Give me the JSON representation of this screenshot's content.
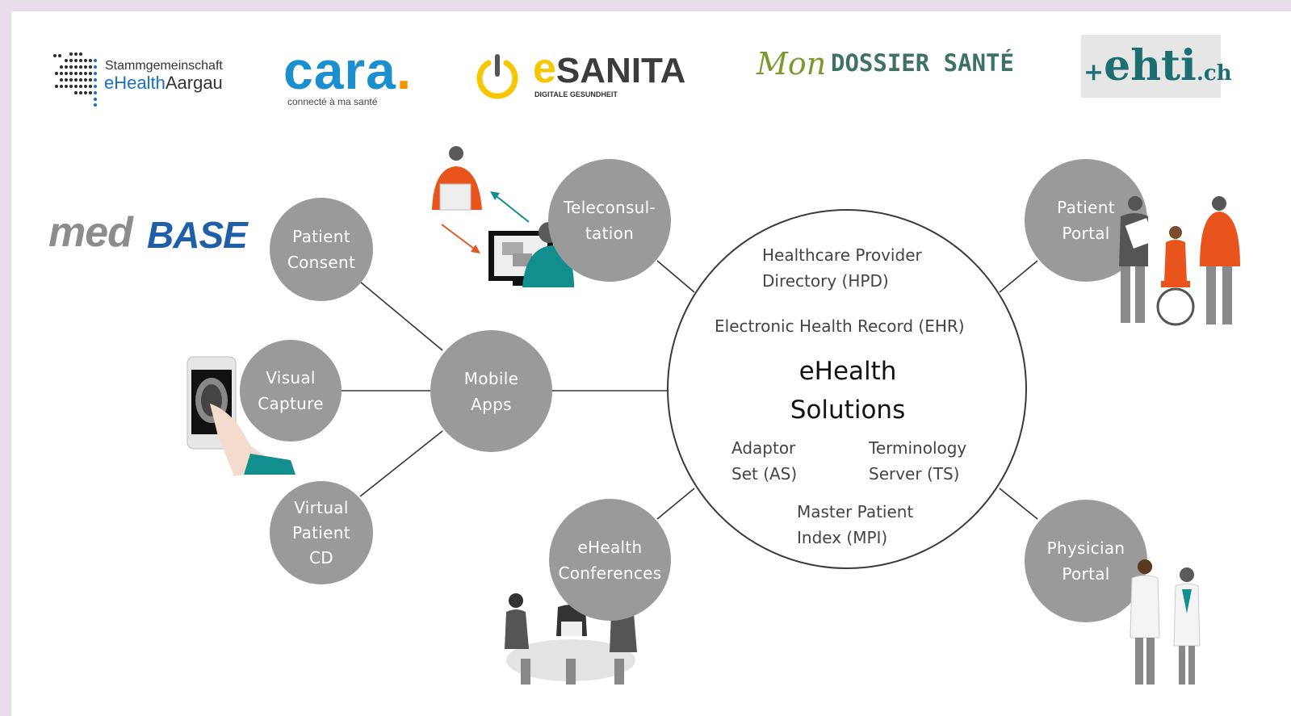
{
  "logos": {
    "aargau": {
      "line1": "Stammgemeinschaft",
      "line2a": "eHealth",
      "line2b": "Aargau"
    },
    "cara": {
      "name": "cara",
      "dot": ".",
      "tagline": "connecté à ma santé"
    },
    "esanita": {
      "e": "e",
      "rest": "SANITA",
      "tagline": "DIGITALE GESUNDHEIT"
    },
    "mondossier": {
      "script": "Mon",
      "rest": "DOSSIER SANTÉ"
    },
    "ehti": {
      "plus": "+",
      "name": "ehti",
      "tld": ".ch"
    },
    "medbase": {
      "med": "med",
      "base": "BASE"
    }
  },
  "nodes": {
    "patient_consent": [
      "Patient",
      "Consent"
    ],
    "visual_capture": [
      "Visual",
      "Capture"
    ],
    "virtual_patient_cd": [
      "Virtual",
      "Patient",
      "CD"
    ],
    "mobile_apps": [
      "Mobile",
      "Apps"
    ],
    "teleconsultation": [
      "Teleconsul-",
      "tation"
    ],
    "ehealth_conferences": [
      "eHealth",
      "Conferences"
    ],
    "patient_portal": [
      "Patient",
      "Portal"
    ],
    "physician_portal": [
      "Physician",
      "Portal"
    ]
  },
  "hub": {
    "hpd": [
      "Healthcare Provider",
      "Directory (HPD)"
    ],
    "ehr": "Electronic Health Record (EHR)",
    "title": [
      "eHealth",
      "Solutions"
    ],
    "as": [
      "Adaptor",
      "Set (AS)"
    ],
    "ts": [
      "Terminology",
      "Server (TS)"
    ],
    "mpi": [
      "Master Patient",
      "Index (MPI)"
    ]
  },
  "colors": {
    "node_grey": "#9a9a9a",
    "orange": "#e8541c",
    "teal": "#138e8e",
    "cara_blue": "#1b8fd0",
    "cara_orange": "#f39200",
    "esanita_yellow": "#f6c600",
    "mon_green": "#7a9a2e",
    "dossier_teal": "#3e7168",
    "ehti_green": "#1d6e73",
    "medbase_grey": "#8c8c8c",
    "medbase_blue": "#1f5fa8",
    "frame": "#e9dceb"
  }
}
